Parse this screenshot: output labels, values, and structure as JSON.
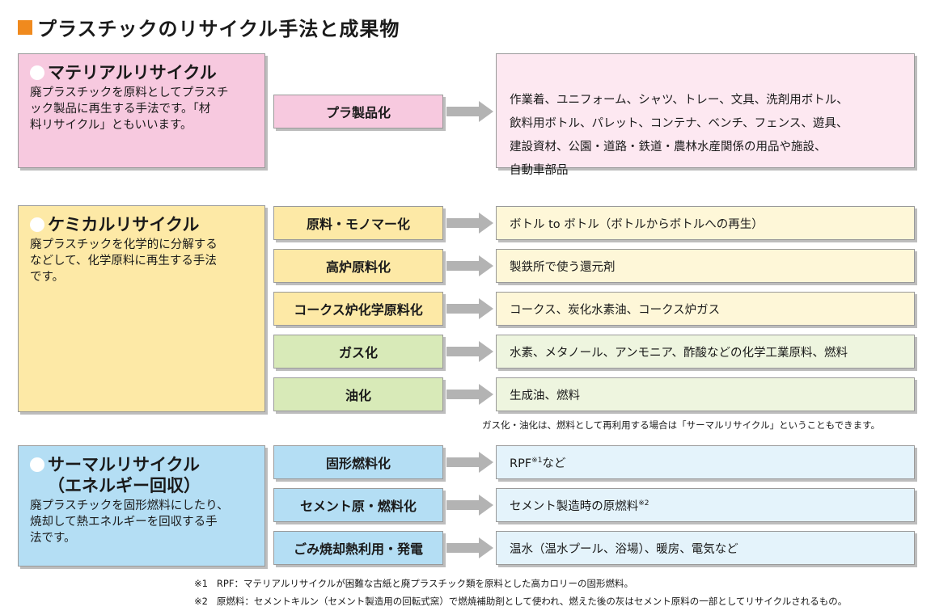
{
  "title": "プラスチックのリサイクル手法と成果物",
  "material": {
    "title": "マテリアルリサイクル",
    "desc": "廃プラスチックを原料としてプラスチ\nック製品に再生する手法です。「材\n料リサイクル」ともいいます。",
    "method": "プラ製品化",
    "result": "作業着、ユニフォーム、シャツ、トレー、文具、洗剤用ボトル、\n飲料用ボトル、パレット、コンテナ、ベンチ、フェンス、遊具、\n建設資材、公園・道路・鉄道・農林水産関係の用品や施設、\n自動車部品"
  },
  "chemical": {
    "title": "ケミカルリサイクル",
    "desc": "廃プラスチックを化学的に分解する\nなどして、化学原料に再生する手法\nです。",
    "rows": [
      {
        "method": "原料・モノマー化",
        "result": "ボトル to ボトル（ボトルからボトルへの再生）"
      },
      {
        "method": "高炉原料化",
        "result": "製鉄所で使う還元剤"
      },
      {
        "method": "コークス炉化学原料化",
        "result": "コークス、炭化水素油、コークス炉ガス"
      },
      {
        "method": "ガス化",
        "result": "水素、メタノール、アンモニア、酢酸などの化学工業原料、燃料"
      },
      {
        "method": "油化",
        "result": "生成油、燃料"
      }
    ],
    "note": "ガス化・油化は、燃料として再利用する場合は「サーマルリサイクル」ということもできます。"
  },
  "thermal": {
    "title": "サーマルリサイクル\n（エネルギー回収）",
    "desc": "廃プラスチックを固形燃料にしたり、\n焼却して熱エネルギーを回収する手\n法です。",
    "rows": [
      {
        "method": "固形燃料化",
        "result": "RPF",
        "sup": "※1",
        "result_suffix": "など"
      },
      {
        "method": "セメント原・燃料化",
        "result": "セメント製造時の原燃料",
        "sup": "※2",
        "result_suffix": ""
      },
      {
        "method": "ごみ焼却熱利用・発電",
        "result": "温水（温水プール、浴場）、暖房、電気など",
        "sup": "",
        "result_suffix": ""
      }
    ]
  },
  "footnotes": [
    {
      "mark": "※1",
      "text": "RPF：マテリアルリサイクルが困難な古紙と廃プラスチック類を原料とした高カロリーの固形燃料。"
    },
    {
      "mark": "※2",
      "text": "原燃料：セメントキルン（セメント製造用の回転式窯）で燃焼補助剤として使われ、燃えた後の灰はセメント原料の一部としてリサイクルされるもの。"
    }
  ],
  "colors": {
    "title_square": "#f08a1e",
    "material": "#f7c9df",
    "chemical": "#fde9a6",
    "chemical_gas_oil": "#d8eab8",
    "thermal": "#b4def4",
    "arrow": "#b3b3b3"
  }
}
